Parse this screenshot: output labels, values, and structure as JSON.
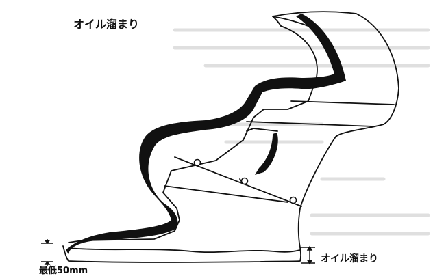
{
  "labels": {
    "oil_pool_top": "オイル溜まり",
    "oil_pool_bottom": "オイル溜まり",
    "minimum": "最低50mm"
  },
  "colors": {
    "ink": "#111111",
    "background": "#ffffff",
    "faint_text": "#cfcfcf"
  }
}
